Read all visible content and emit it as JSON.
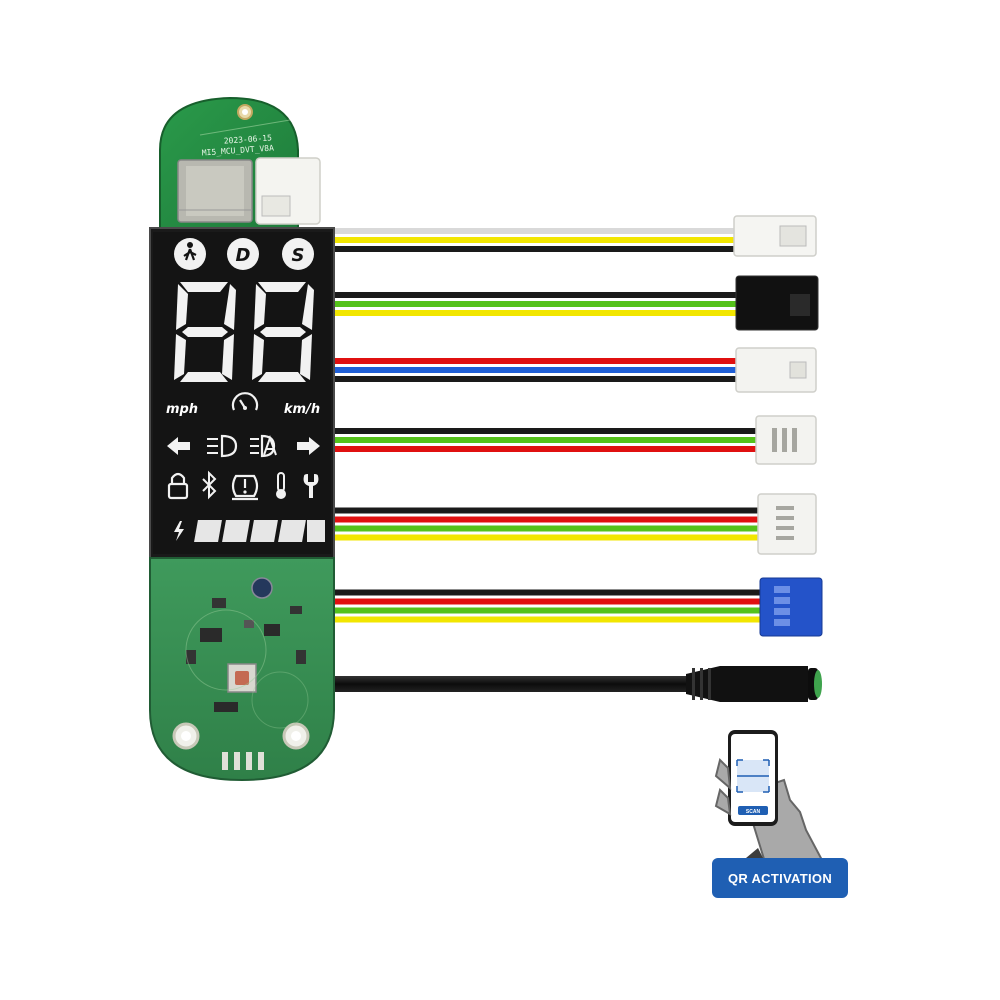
{
  "pcb": {
    "date_code": "2023-06-15",
    "board_id": "MI5_MCU_DVT_V8A"
  },
  "display": {
    "mode_buttons": [
      "D",
      "S"
    ],
    "speed_digits": "88",
    "unit_left": "mph",
    "unit_right": "km/h"
  },
  "icons": [
    "walk-mode-icon",
    "speedometer-icon",
    "arrow-left-icon",
    "headlight-icon",
    "auto-headlight-icon",
    "arrow-right-icon",
    "lock-icon",
    "bluetooth-icon",
    "tire-pressure-icon",
    "thermometer-icon",
    "wrench-icon",
    "battery-bolt-icon",
    "smartphone-icon",
    "hand-icon"
  ],
  "cables": [
    {
      "colors": [
        "#d9d9d9",
        "#f2e600",
        "#1a1a1a"
      ],
      "connector": "white-2pin"
    },
    {
      "colors": [
        "#1a1a1a",
        "#55c21b",
        "#f2e600"
      ],
      "connector": "black-2pin"
    },
    {
      "colors": [
        "#e01010",
        "#1f5fd6",
        "#1a1a1a"
      ],
      "connector": "white-2pin-small"
    },
    {
      "colors": [
        "#1a1a1a",
        "#55c21b",
        "#e01010"
      ],
      "connector": "white-3pin"
    },
    {
      "colors": [
        "#1a1a1a",
        "#e01010",
        "#55c21b",
        "#f2e600"
      ],
      "connector": "white-4pin"
    },
    {
      "colors": [
        "#1a1a1a",
        "#e01010",
        "#55c21b",
        "#f2e600"
      ],
      "connector": "blue-4pin"
    },
    {
      "colors": [
        "#111111"
      ],
      "connector": "black-waterproof-round"
    }
  ],
  "phone_screen_button": "SCAN",
  "badge": {
    "label": "QR ACTIVATION"
  }
}
